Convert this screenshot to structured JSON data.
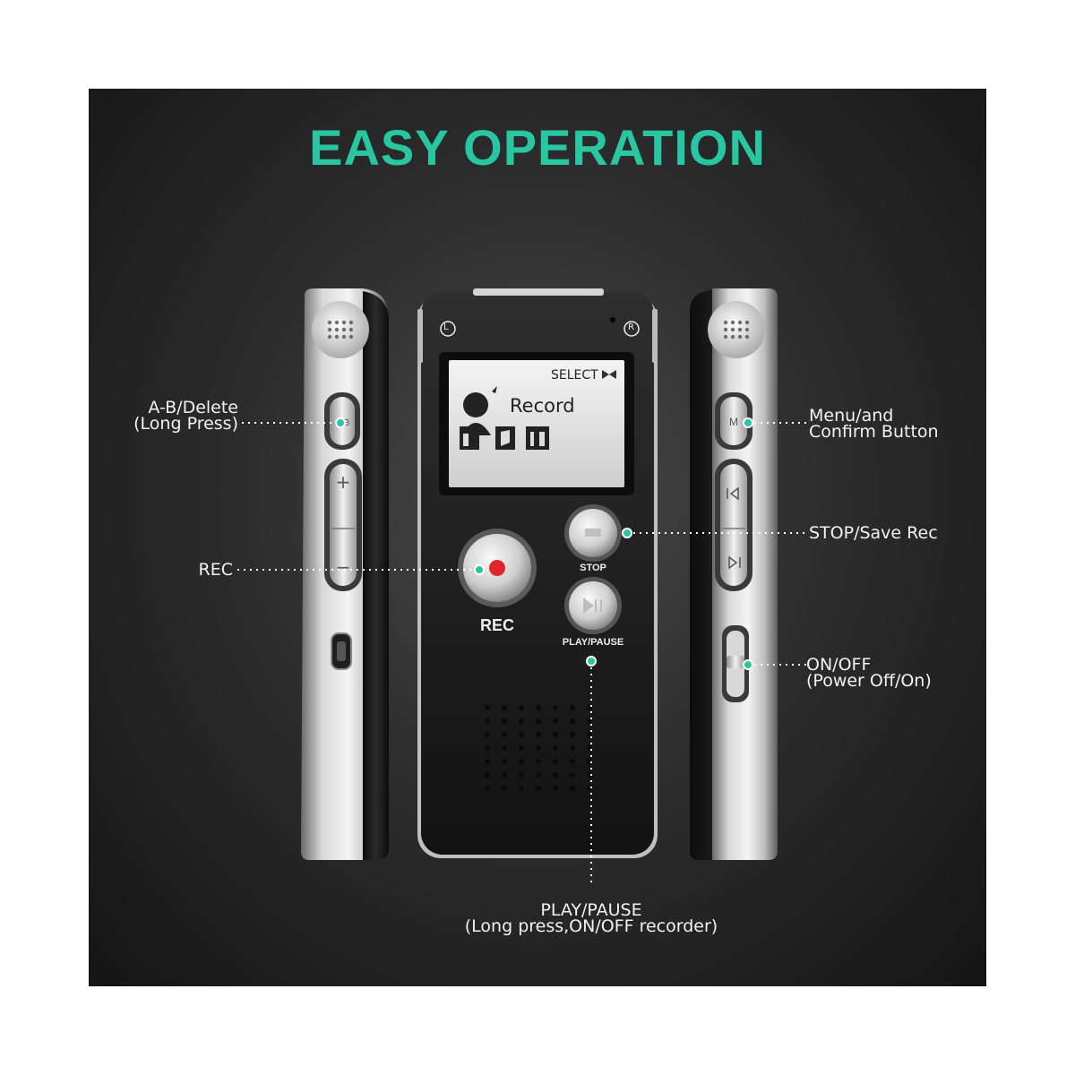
{
  "title": "EASY OPERATION",
  "device": {
    "screen": {
      "select_label": "SELECT",
      "menu_item": "Record"
    },
    "buttons": {
      "rec": "REC",
      "stop": "STOP",
      "play_pause": "PLAY/PAUSE"
    },
    "channel_marks": {
      "left": "L",
      "right": "R"
    }
  },
  "callouts": {
    "ab_delete": {
      "line1": "A-B/Delete",
      "line2": "(Long Press)"
    },
    "rec": {
      "line1": "REC"
    },
    "menu": {
      "line1": "Menu/and",
      "line2": "Confirm Button"
    },
    "stop": {
      "line1": "STOP/Save Rec"
    },
    "onoff": {
      "line1": "ON/OFF",
      "line2": "(Power Off/On)"
    },
    "playpause": {
      "line1": "PLAY/PAUSE",
      "line2": "(Long press,ON/OFF recorder)"
    }
  },
  "colors": {
    "accent": "#29c6a2",
    "rec_red": "#e0262b",
    "background": "#2a2a2a"
  }
}
